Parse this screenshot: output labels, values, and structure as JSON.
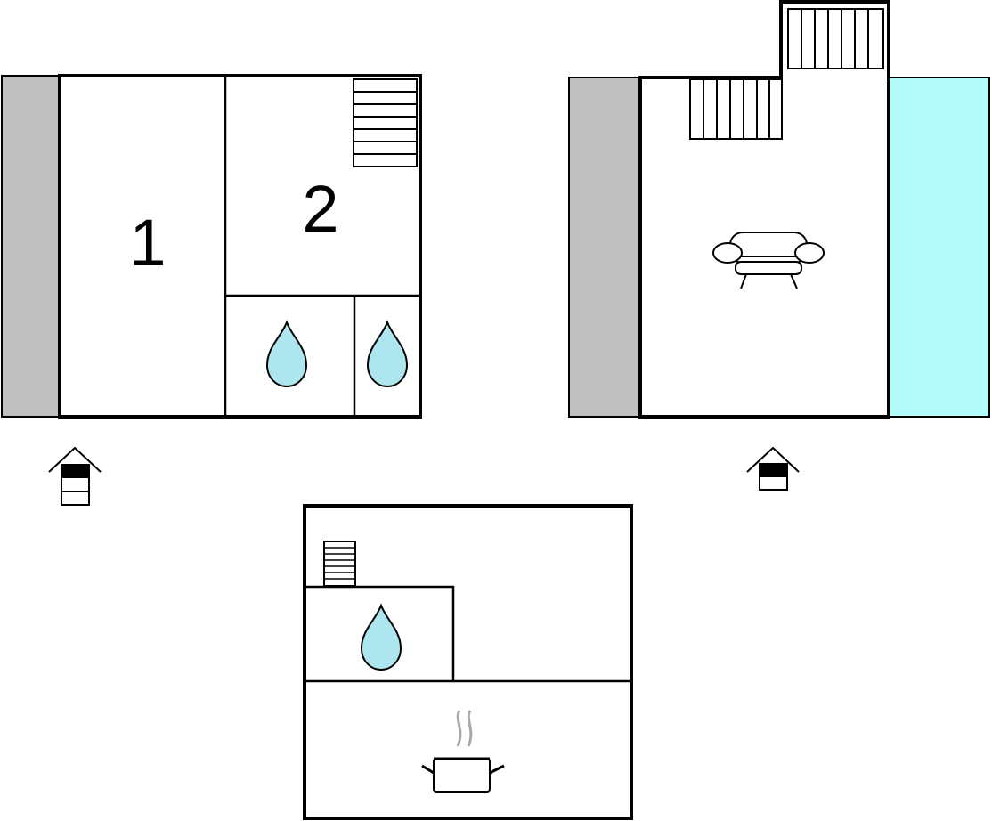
{
  "colors": {
    "wall": "#000000",
    "terrace": "#c0c0c0",
    "pool": "#b4fcfc",
    "water_drop": "#aee6f0",
    "steam": "#a8a8a8",
    "background": "#ffffff"
  },
  "floors": [
    {
      "id": "ground-floor",
      "rooms": [
        {
          "id": "bedroom-1",
          "label": "1"
        },
        {
          "id": "bedroom-2",
          "label": "2"
        },
        {
          "id": "bathroom-a",
          "icon": "water-drop-icon"
        },
        {
          "id": "bathroom-b",
          "icon": "water-drop-icon"
        }
      ],
      "features": [
        "terrace",
        "staircase-icon",
        "entrance-icon"
      ]
    },
    {
      "id": "upper-floor",
      "rooms": [
        {
          "id": "living-room",
          "icon": "armchair-icon"
        }
      ],
      "features": [
        "terrace",
        "pool",
        "staircase-icon",
        "staircase-icon",
        "entrance-icon"
      ]
    },
    {
      "id": "basement-floor",
      "rooms": [
        {
          "id": "bathroom-c",
          "icon": "water-drop-icon"
        },
        {
          "id": "kitchen",
          "icon": "cooking-pot-icon"
        }
      ],
      "features": [
        "staircase-icon"
      ]
    }
  ]
}
